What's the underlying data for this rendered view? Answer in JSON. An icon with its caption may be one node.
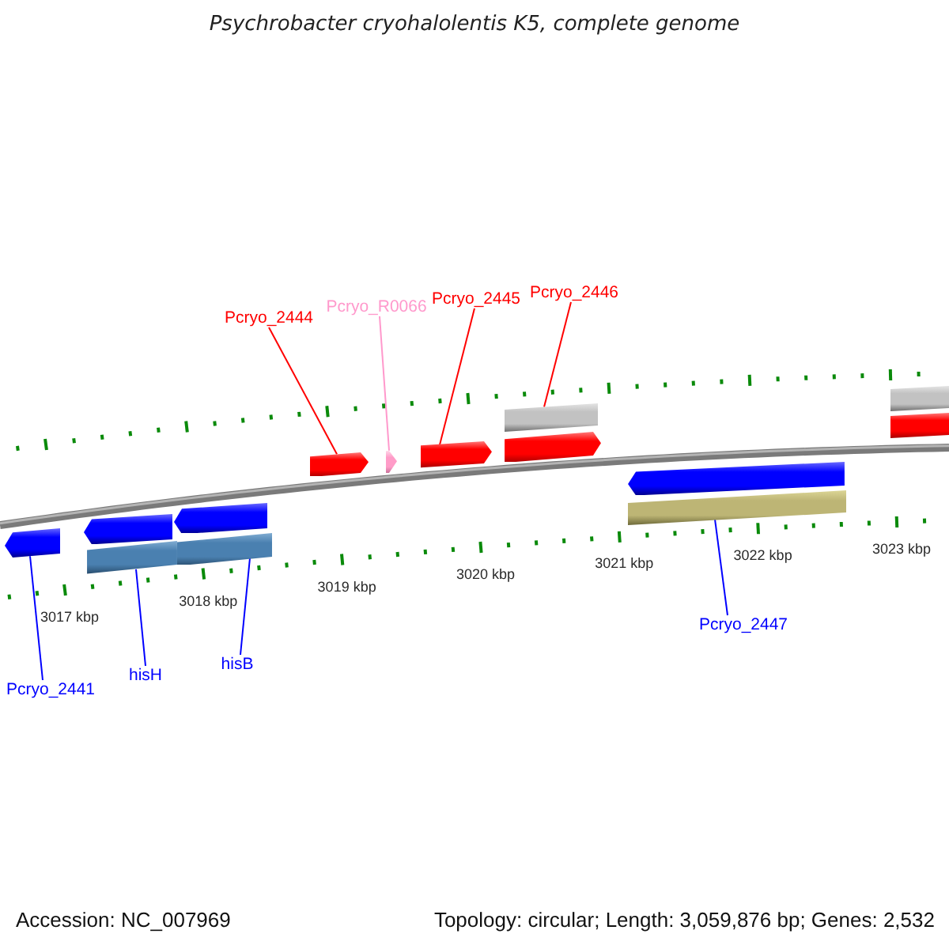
{
  "diagram": {
    "title": "Psychrobacter cryohalolentis K5, complete genome",
    "nodes": [
      {
        "text": [
          "Pcryo_2444"
        ]
      },
      {
        "text": [
          "Pcryo_R0066"
        ]
      },
      {
        "text": [
          "Pcryo_2445"
        ]
      },
      {
        "text": [
          "Pcryo_2446"
        ]
      },
      {
        "text": [],
        "shape": "arrow"
      },
      {
        "text": [],
        "shape": "arrow"
      },
      {
        "text": [],
        "shape": "arrow"
      },
      {
        "text": [],
        "shape": "bar"
      },
      {
        "text": [],
        "shape": "arrow"
      },
      {
        "text": [],
        "shape": "bar"
      },
      {
        "text": [],
        "shape": "bar"
      },
      {
        "text": [],
        "shape": "arrow"
      },
      {
        "text": [],
        "shape": "arrow"
      },
      {
        "text": [],
        "shape": "arrow"
      },
      {
        "text": [],
        "shape": "bar"
      },
      {
        "text": [],
        "shape": "bar"
      },
      {
        "text": [],
        "shape": "arrow"
      },
      {
        "text": [],
        "shape": "bar"
      },
      {
        "text": [
          "Pcryo_2441"
        ]
      },
      {
        "text": [
          "hisH"
        ]
      },
      {
        "text": [
          "hisB"
        ]
      },
      {
        "text": [
          "Pcryo_2447"
        ]
      }
    ],
    "edges": [
      {
        "from": 0,
        "to": 4,
        "arrow": "none",
        "color": "#ff0000"
      },
      {
        "from": 1,
        "to": 5,
        "arrow": "none",
        "color": "#ff99cc"
      },
      {
        "from": 2,
        "to": 6,
        "arrow": "none",
        "color": "#ff0000"
      },
      {
        "from": 3,
        "to": 7,
        "arrow": "none",
        "color": "#ff0000"
      },
      {
        "from": 18,
        "to": 11,
        "arrow": "none"
      },
      {
        "from": 19,
        "to": 14,
        "arrow": "none"
      },
      {
        "from": 20,
        "to": 15,
        "arrow": "none"
      },
      {
        "from": 21,
        "to": 17,
        "arrow": "none"
      }
    ],
    "labels": [
      "3017 kbp",
      "3018 kbp",
      "3019 kbp",
      "3020 kbp",
      "3021 kbp",
      "3022 kbp",
      "3023 kbp",
      "Accession: NC_007969",
      "Topology: circular; Length: 3,059,876 bp; Genes: 2,532"
    ]
  }
}
